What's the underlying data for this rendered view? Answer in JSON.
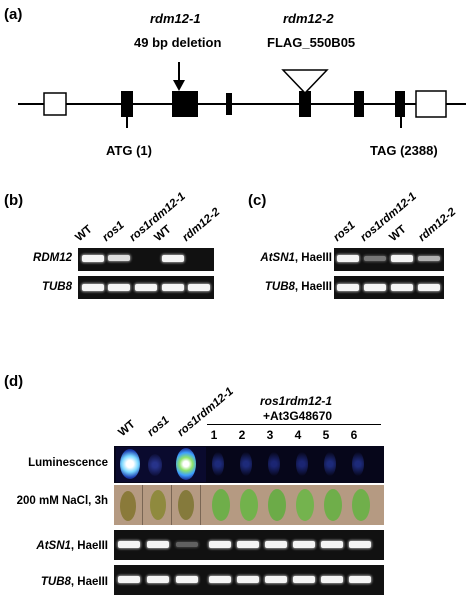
{
  "panel_a": {
    "label": "(a)",
    "allele1_name": "rdm12-1",
    "allele1_desc": "49 bp deletion",
    "allele2_name": "rdm12-2",
    "allele2_desc": "FLAG_550B05",
    "start_label": "ATG (1)",
    "stop_label": "TAG (2388)"
  },
  "panel_b": {
    "label": "(b)",
    "lanes": [
      "WT",
      "ros1",
      "ros1rdm12-1",
      "WT",
      "rdm12-2"
    ],
    "rows": [
      {
        "gene": "RDM12",
        "suffix": ""
      },
      {
        "gene": "TUB8",
        "suffix": ""
      }
    ]
  },
  "panel_c": {
    "label": "(c)",
    "lanes": [
      "ros1",
      "ros1rdm12-1",
      "WT",
      "rdm12-2"
    ],
    "rows": [
      {
        "gene": "AtSN1",
        "suffix": ", HaeIII"
      },
      {
        "gene": "TUB8",
        "suffix": ", HaeIII"
      }
    ]
  },
  "panel_d": {
    "label": "(d)",
    "lanes": [
      "WT",
      "ros1",
      "ros1rdm12-1"
    ],
    "group_line1": "ros1rdm12-1",
    "group_line2": "+At3G48670",
    "numbers": [
      "1",
      "2",
      "3",
      "4",
      "5",
      "6"
    ],
    "rows": [
      {
        "gene": "Luminescence",
        "suffix": ""
      },
      {
        "gene": "200 mM NaCl, 3h",
        "suffix": ""
      },
      {
        "gene": "AtSN1",
        "suffix": ", HaeIII"
      },
      {
        "gene": "TUB8",
        "suffix": ", HaeIII"
      }
    ]
  }
}
